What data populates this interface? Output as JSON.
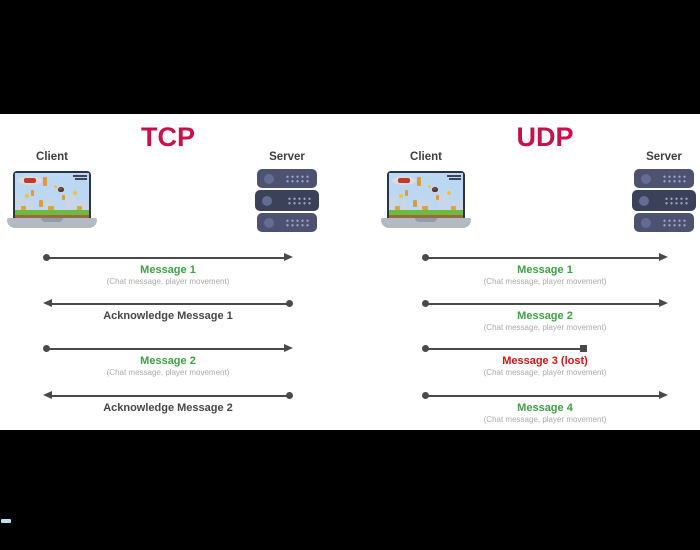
{
  "colors": {
    "title_accent": "#C8114B",
    "message_delivered_green": "#3FA044",
    "message_lost_red": "#D21414",
    "ack_text_dark": "#474747",
    "subtitle_gray": "#ABABAB",
    "arrow_gray": "#4A4A4A",
    "server_body": "#4C5270",
    "server_body_dark": "#3B4158",
    "letterbox": "#000000"
  },
  "icons": {
    "client_device": "laptop-icon",
    "server_device": "server-rack-icon",
    "delivered_end": "arrowhead",
    "origin_end": "dot",
    "lost_end": "square"
  },
  "panels": [
    {
      "title": "TCP",
      "client_label": "Client",
      "server_label": "Server",
      "rows": [
        {
          "label": "Message 1",
          "sub": "(Chat message, player movement)",
          "direction": "client-to-server",
          "status": "delivered"
        },
        {
          "label": "Acknowledge Message 1",
          "direction": "server-to-client",
          "status": "ack"
        },
        {
          "label": "Message 2",
          "sub": "(Chat message, player movement)",
          "direction": "client-to-server",
          "status": "delivered"
        },
        {
          "label": "Acknowledge Message 2",
          "direction": "server-to-client",
          "status": "ack"
        }
      ]
    },
    {
      "title": "UDP",
      "client_label": "Client",
      "server_label": "Server",
      "rows": [
        {
          "label": "Message 1",
          "sub": "(Chat message, player movement)",
          "direction": "client-to-server",
          "status": "delivered"
        },
        {
          "label": "Message 2",
          "sub": "(Chat message, player movement)",
          "direction": "client-to-server",
          "status": "delivered"
        },
        {
          "label": "Message 3 (lost)",
          "sub": "(Chat message, player movement)",
          "direction": "client-to-server",
          "status": "lost"
        },
        {
          "label": "Message 4",
          "sub": "(Chat message, player movement)",
          "direction": "client-to-server",
          "status": "delivered"
        }
      ]
    }
  ]
}
